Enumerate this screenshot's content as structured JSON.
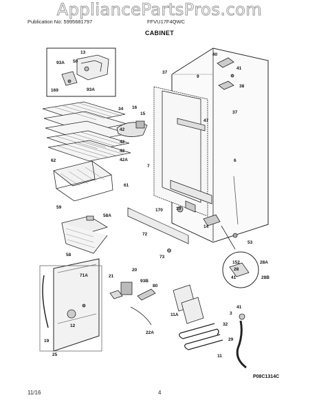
{
  "watermark": "AppliancePartsPros.com",
  "header": {
    "publication": "Publication No: 5995681797",
    "model": "FFVU17F4QWC",
    "title": "CABINET"
  },
  "footer": {
    "date": "11/16",
    "page": "4"
  },
  "diagram_code": "P08C1314C",
  "callouts": [
    {
      "id": "13",
      "text": "13"
    },
    {
      "id": "93A-a",
      "text": "93A"
    },
    {
      "id": "50",
      "text": "50"
    },
    {
      "id": "169",
      "text": "169"
    },
    {
      "id": "93A-b",
      "text": "93A"
    },
    {
      "id": "34",
      "text": "34"
    },
    {
      "id": "16",
      "text": "16"
    },
    {
      "id": "15",
      "text": "15"
    },
    {
      "id": "42-1",
      "text": "42"
    },
    {
      "id": "42-2",
      "text": "42"
    },
    {
      "id": "42-3",
      "text": "42"
    },
    {
      "id": "42A",
      "text": "42A"
    },
    {
      "id": "62",
      "text": "62"
    },
    {
      "id": "61",
      "text": "61"
    },
    {
      "id": "59",
      "text": "59"
    },
    {
      "id": "58A",
      "text": "58A"
    },
    {
      "id": "58",
      "text": "58"
    },
    {
      "id": "40",
      "text": "40"
    },
    {
      "id": "41-top",
      "text": "41"
    },
    {
      "id": "37-top",
      "text": "37"
    },
    {
      "id": "9",
      "text": "9"
    },
    {
      "id": "38",
      "text": "38"
    },
    {
      "id": "37-right",
      "text": "37"
    },
    {
      "id": "47",
      "text": "47"
    },
    {
      "id": "7",
      "text": "7"
    },
    {
      "id": "6",
      "text": "6"
    },
    {
      "id": "170",
      "text": "170"
    },
    {
      "id": "10",
      "text": "10"
    },
    {
      "id": "72",
      "text": "72"
    },
    {
      "id": "14",
      "text": "14"
    },
    {
      "id": "73",
      "text": "73"
    },
    {
      "id": "53",
      "text": "53"
    },
    {
      "id": "152",
      "text": "152"
    },
    {
      "id": "28A",
      "text": "28A"
    },
    {
      "id": "28",
      "text": "28"
    },
    {
      "id": "41-inset",
      "text": "41"
    },
    {
      "id": "28B",
      "text": "28B"
    },
    {
      "id": "71A",
      "text": "71A"
    },
    {
      "id": "21",
      "text": "21"
    },
    {
      "id": "20",
      "text": "20"
    },
    {
      "id": "93B",
      "text": "93B"
    },
    {
      "id": "80",
      "text": "80"
    },
    {
      "id": "12",
      "text": "12"
    },
    {
      "id": "19",
      "text": "19"
    },
    {
      "id": "25",
      "text": "25"
    },
    {
      "id": "22A",
      "text": "22A"
    },
    {
      "id": "11A",
      "text": "11A"
    },
    {
      "id": "41-bottom",
      "text": "41"
    },
    {
      "id": "3",
      "text": "3"
    },
    {
      "id": "32",
      "text": "32"
    },
    {
      "id": "11",
      "text": "11"
    },
    {
      "id": "29",
      "text": "29"
    }
  ]
}
